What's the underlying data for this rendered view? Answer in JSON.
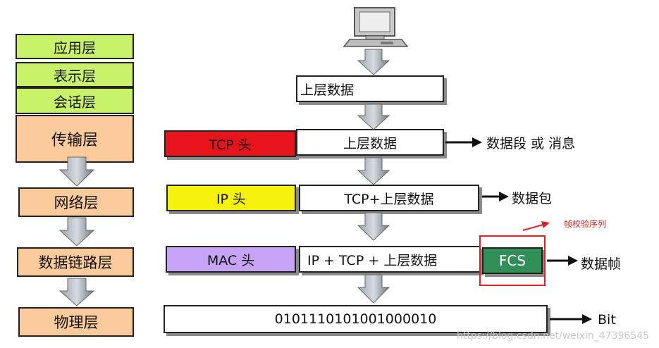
{
  "osi_layers": {
    "application": "应用层",
    "presentation": "表示层",
    "session": "会话层",
    "transport": "传输层",
    "network": "网络层",
    "datalink": "数据链路层",
    "physical": "物理层"
  },
  "encapsulation": {
    "top_data": "上层数据",
    "tcp_header": "TCP 头",
    "tcp_payload": "上层数据",
    "tcp_unit": "数据段 或 消息",
    "ip_header": "IP 头",
    "ip_payload": "TCP+上层数据",
    "ip_unit": "数据包",
    "mac_header": "MAC 头",
    "mac_payload": "IP + TCP + 上层数据",
    "fcs": "FCS",
    "frame_unit": "数据帧",
    "fcs_note": "帧校验序列",
    "bits": "0101110101001000010",
    "bit_unit": "Bit"
  },
  "watermark": "https://blog.csdn.net/weixin_47396545",
  "icons": [
    "computer-icon",
    "down-arrow-icon",
    "right-arrow-icon"
  ],
  "colors": {
    "layer_green": "#c9f26a",
    "layer_orange": "#fccb9c",
    "tcp_red": "#e8141c",
    "ip_yellow": "#f5f10a",
    "mac_purple": "#c7a3f5",
    "fcs_green": "#2f8f57",
    "highlight_red": "#e02020"
  }
}
